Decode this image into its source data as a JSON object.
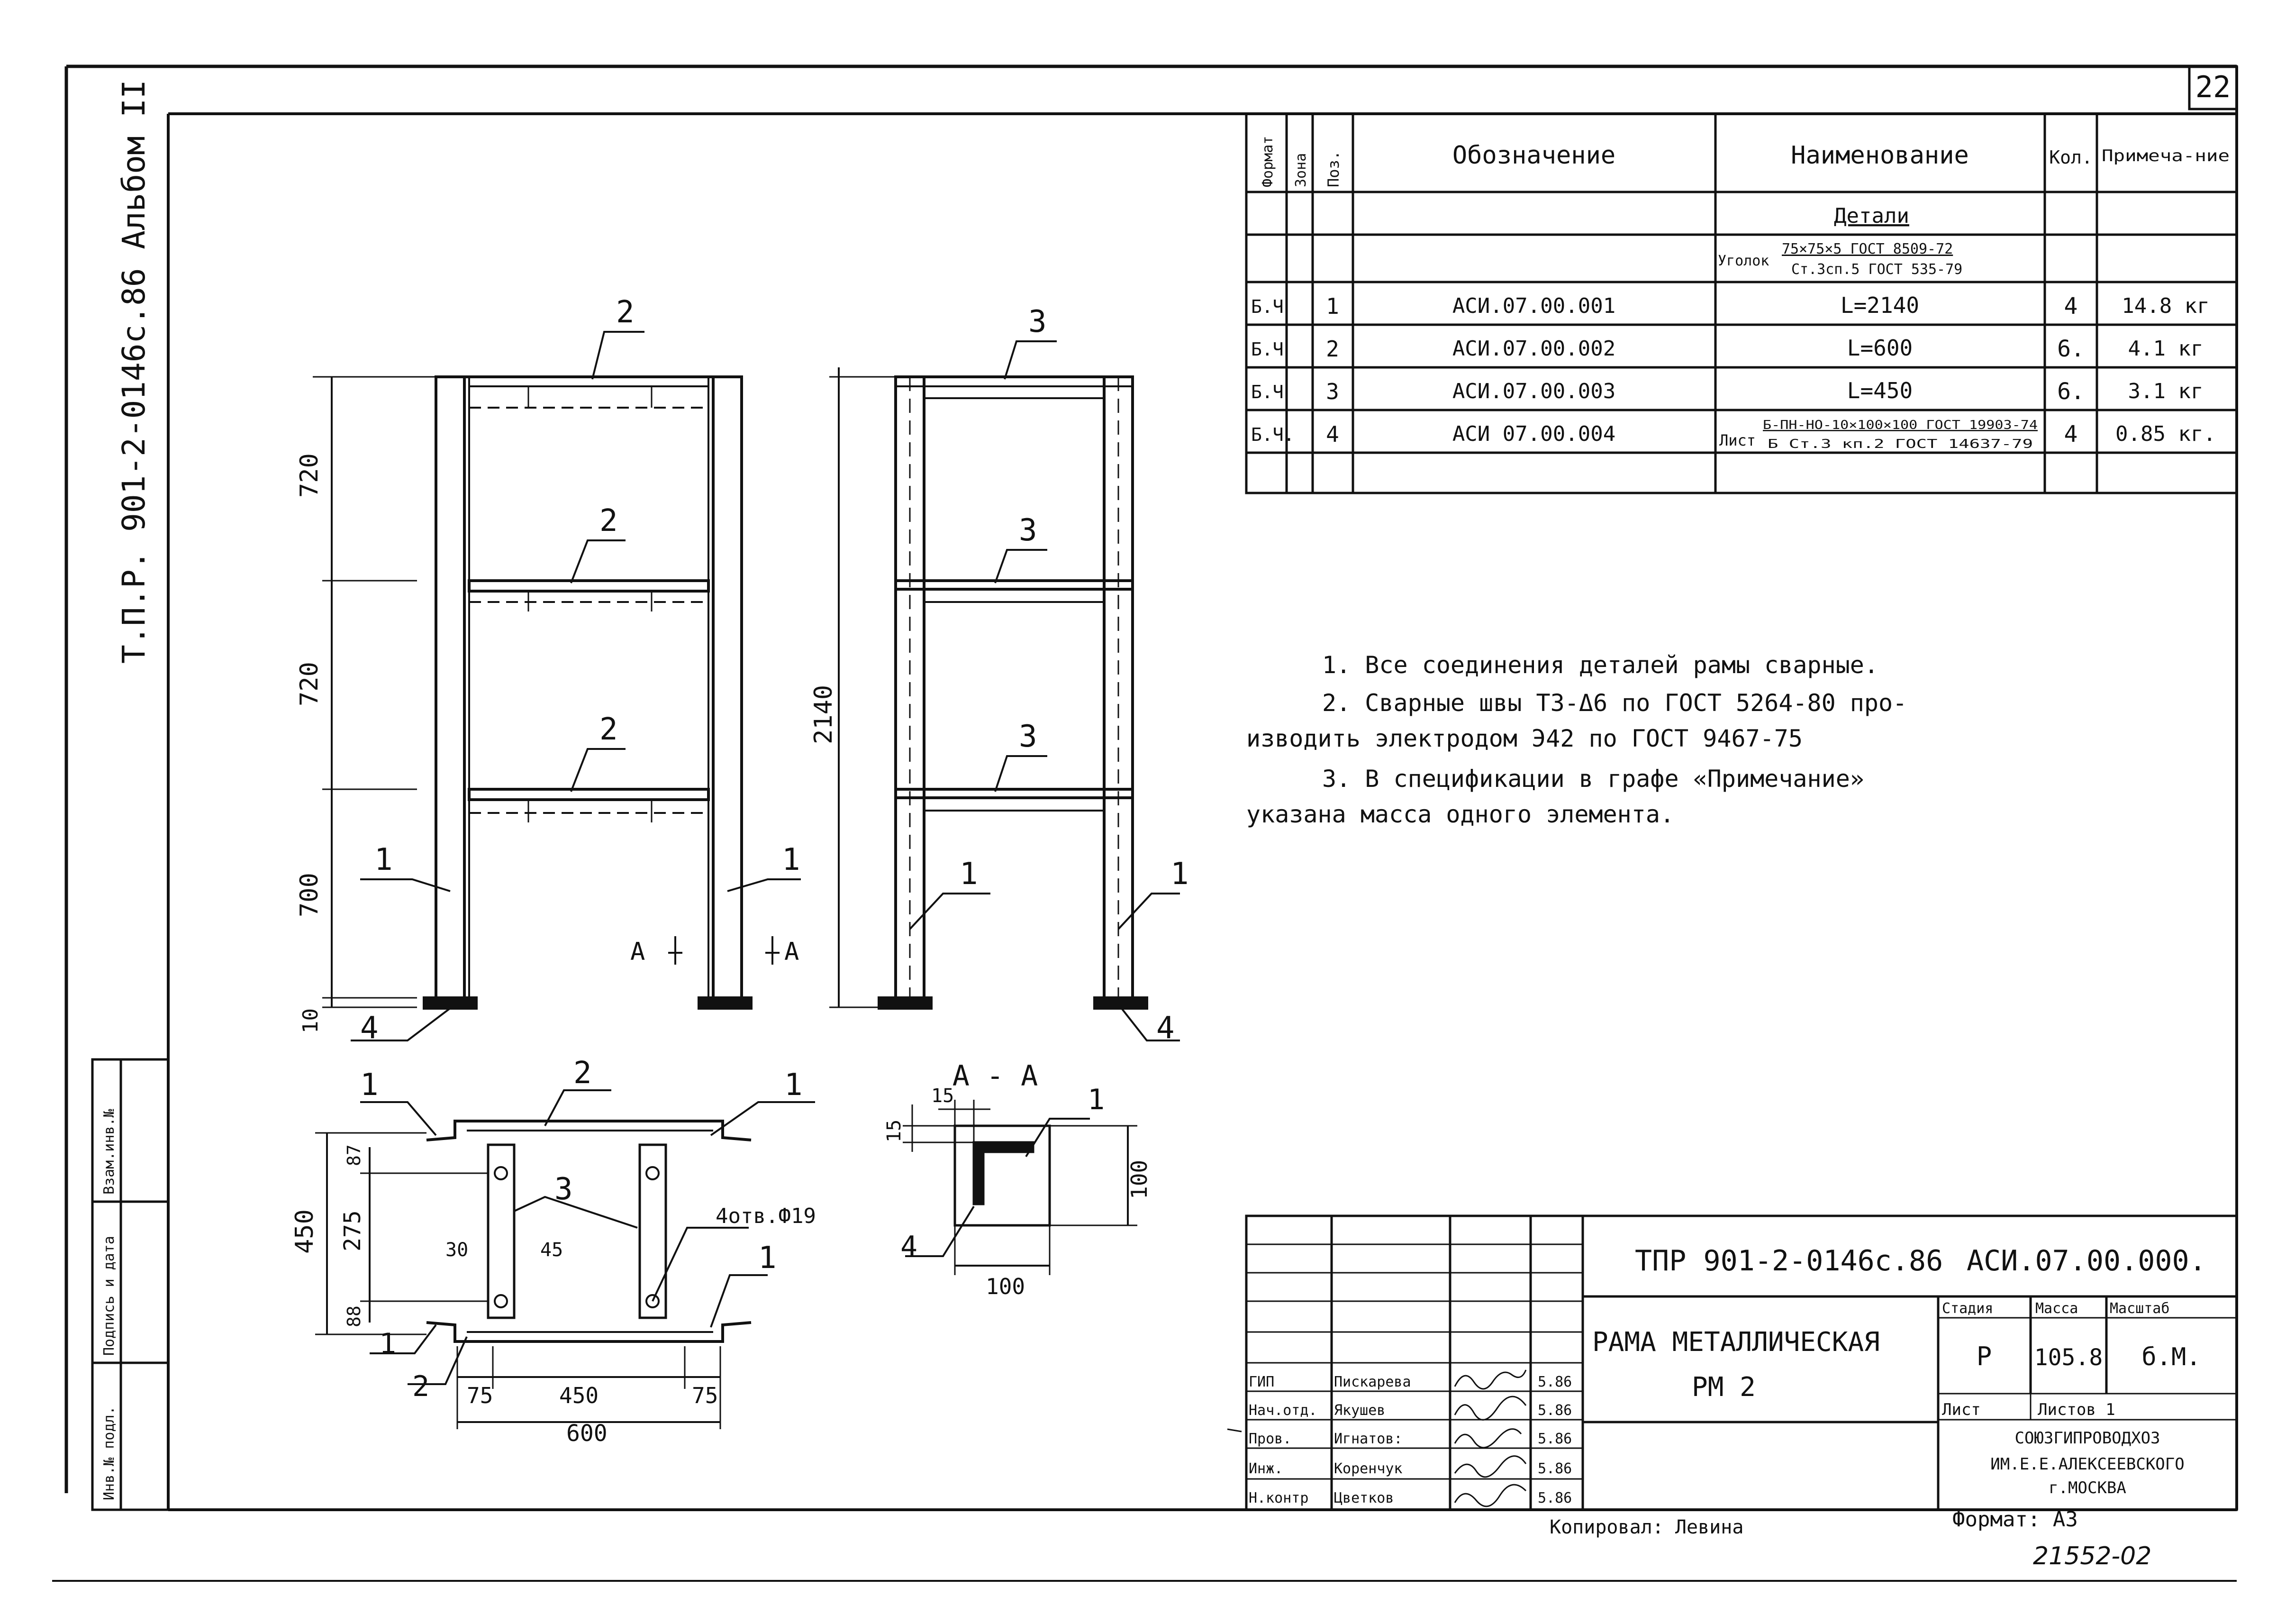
{
  "sheet": {
    "sheet_number": "22",
    "album_code": "Т.П.Р. 901-2-0146с.86  Альбом II",
    "drawing_code": "ТПР 901-2-0146с.86",
    "designation": "АСИ.07.00.000.",
    "title_line1": "РАМА МЕТАЛЛИЧЕСКАЯ",
    "title_line2": "РМ 2",
    "stage_label": "Стадия",
    "mass_label": "Масса",
    "scale_label": "Масштаб",
    "stage": "Р",
    "mass": "105.8",
    "scale": "б.М.",
    "sheet_label": "Лист",
    "sheets_label": "Листов 1",
    "org_line1": "СОЮЗГИПРОВОДХОЗ",
    "org_line2": "ИМ.Е.Е.АЛЕКСЕЕВСКОГО",
    "org_line3": "г.МОСКВА",
    "copied_by": "Копировал: Левина",
    "format": "Формат: А3",
    "archive_number": "21552-02",
    "side_stamp": [
      "Инв.№ подл.",
      "Подпись и дата",
      "Взам.инв.№"
    ],
    "signatures": [
      {
        "role": "ГИП",
        "name": "Пискарева",
        "date": "5.86"
      },
      {
        "role": "Нач.отд.",
        "name": "Якушев",
        "date": "5.86"
      },
      {
        "role": "Пров.",
        "name": "Игнатов:",
        "date": "5.86"
      },
      {
        "role": "Инж.",
        "name": "Коренчук",
        "date": "5.86"
      },
      {
        "role": "Н.контр",
        "name": "Цветков",
        "date": "5.86"
      }
    ]
  },
  "spec_table": {
    "headers": {
      "format": "Формат",
      "zone": "Зона",
      "pos": "Поз.",
      "designation": "Обозначение",
      "name": "Наименование",
      "qty": "Кол.",
      "note": "Примеча-ние"
    },
    "section_title": "Детали",
    "angle_label": "Уголок",
    "angle_spec_top": "75×75×5 ГОСТ 8509-72",
    "angle_spec_bottom": "Ст.3сп.5 ГОСТ 535-79",
    "sheet_spec_label": "Лист",
    "sheet_spec_top": "Б-ПН-НО-10×100×100 ГОСТ 19903-74",
    "sheet_spec_bottom": "Б Ст.3 кп.2 ГОСТ 14637-79",
    "rows": [
      {
        "format": "Б.Ч",
        "pos": "1",
        "designation": "АСИ.07.00.001",
        "name": "L=2140",
        "qty": "4",
        "note": "14.8 кг"
      },
      {
        "format": "Б.Ч",
        "pos": "2",
        "designation": "АСИ.07.00.002",
        "name": "L=600",
        "qty": "6.",
        "note": "4.1 кг"
      },
      {
        "format": "Б.Ч",
        "pos": "3",
        "designation": "АСИ.07.00.003",
        "name": "L=450",
        "qty": "6.",
        "note": "3.1 кг"
      },
      {
        "format": "Б.Ч.",
        "pos": "4",
        "designation": "АСИ 07.00.004",
        "name": "",
        "qty": "4",
        "note": "0.85 кг."
      }
    ]
  },
  "notes": [
    "1. Все соединения деталей рамы сварные.",
    "2. Сварные швы Т3-Δ6 по ГОСТ 5264-80 про-",
    "изводить электродом Э42 по ГОСТ 9467-75",
    "3. В спецификации в графе «Примечание»",
    "указана масса одного элемента."
  ],
  "drawing": {
    "dims_front": [
      "720",
      "720",
      "700",
      "10"
    ],
    "dim_total": "2140",
    "section_label": "А - А",
    "section_marker": "А",
    "plan_dims": {
      "d450": "450",
      "d275": "275",
      "d87": "87",
      "d88": "88",
      "d30": "30",
      "d45": "45",
      "d75a": "75",
      "d450b": "450",
      "d75b": "75",
      "d600": "600",
      "holes": "4отв.Ф19"
    },
    "section_dims": {
      "d15a": "15",
      "d15b": "15",
      "d100v": "100",
      "d100h": "100"
    },
    "positions": {
      "p1": "1",
      "p2": "2",
      "p3": "3",
      "p4": "4"
    }
  }
}
